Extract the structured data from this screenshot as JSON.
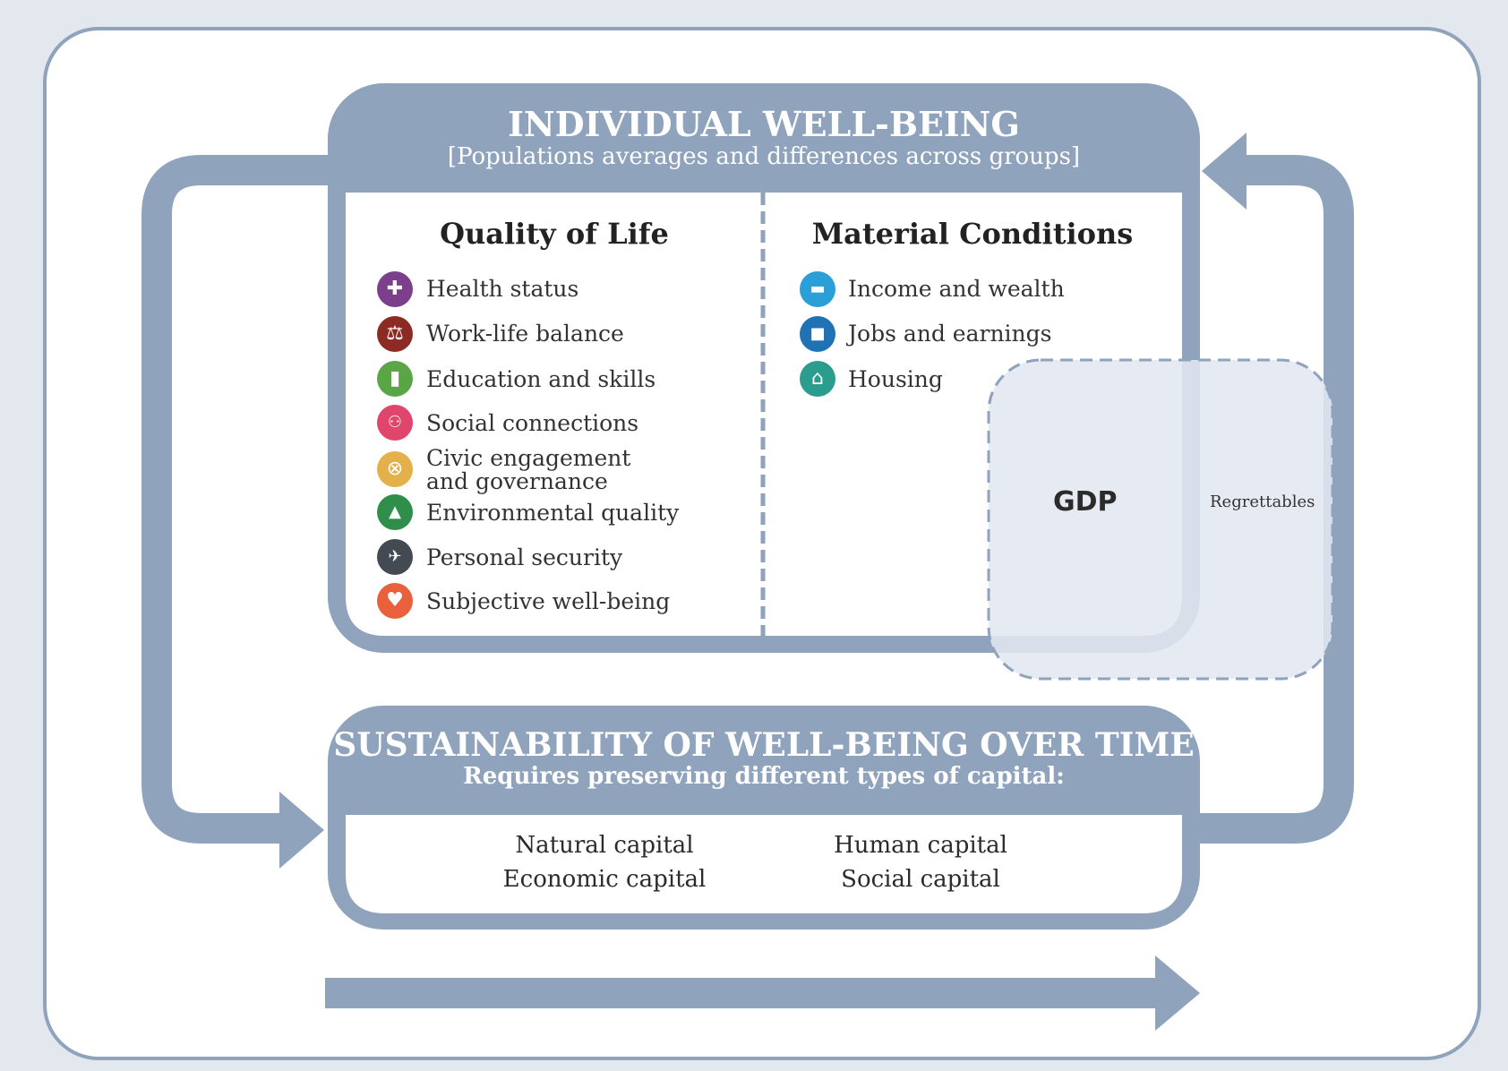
{
  "individual": {
    "title": "INDIVIDUAL WELL-BEING",
    "subtitle": "[Populations averages and differences across groups]"
  },
  "quality_of_life": {
    "title": "Quality of Life",
    "items": [
      {
        "label": "Health status",
        "icon": "health-cross-icon",
        "color": "#7b3f8c",
        "glyph": "✚"
      },
      {
        "label": "Work-life balance",
        "icon": "scales-icon",
        "color": "#8c2a24",
        "glyph": "⚖"
      },
      {
        "label": "Education and skills",
        "icon": "book-icon",
        "color": "#5aa646",
        "glyph": "▮"
      },
      {
        "label": "Social connections",
        "icon": "people-icon",
        "color": "#e0456b",
        "glyph": "👪"
      },
      {
        "label_line1": "Civic engagement",
        "label_line2": "and governance",
        "icon": "civic-icon",
        "color": "#e3b04b",
        "glyph": "⊗"
      },
      {
        "label": "Environmental quality",
        "icon": "tree-icon",
        "color": "#2f8f4a",
        "glyph": "▲"
      },
      {
        "label": "Personal security",
        "icon": "runner-icon",
        "color": "#444a52",
        "glyph": "🏃"
      },
      {
        "label": "Subjective well-being",
        "icon": "heart-icon",
        "color": "#e8613c",
        "glyph": "♥"
      }
    ]
  },
  "material_conditions": {
    "title": "Material Conditions",
    "items": [
      {
        "label": "Income and wealth",
        "icon": "money-icon",
        "color": "#2a9fd8",
        "glyph": "💵"
      },
      {
        "label": "Jobs and earnings",
        "icon": "briefcase-icon",
        "color": "#2171b5",
        "glyph": "💼"
      },
      {
        "label": "Housing",
        "icon": "house-icon",
        "color": "#2a9d8f",
        "glyph": "⌂"
      }
    ]
  },
  "gdp": {
    "label": "GDP",
    "regrettables": "Regrettables"
  },
  "sustainability": {
    "title": "SUSTAINABILITY OF WELL-BEING OVER TIME",
    "subtitle": "Requires preserving different types of capital:",
    "capitals": [
      "Natural capital",
      "Human capital",
      "Economic capital",
      "Social capital"
    ]
  },
  "colors": {
    "frame": "#8fa3bc",
    "background": "#e3e7ee",
    "panel": "#ffffff",
    "gdp_fill": "#e3e7f0",
    "text": "#2b2b2b"
  }
}
